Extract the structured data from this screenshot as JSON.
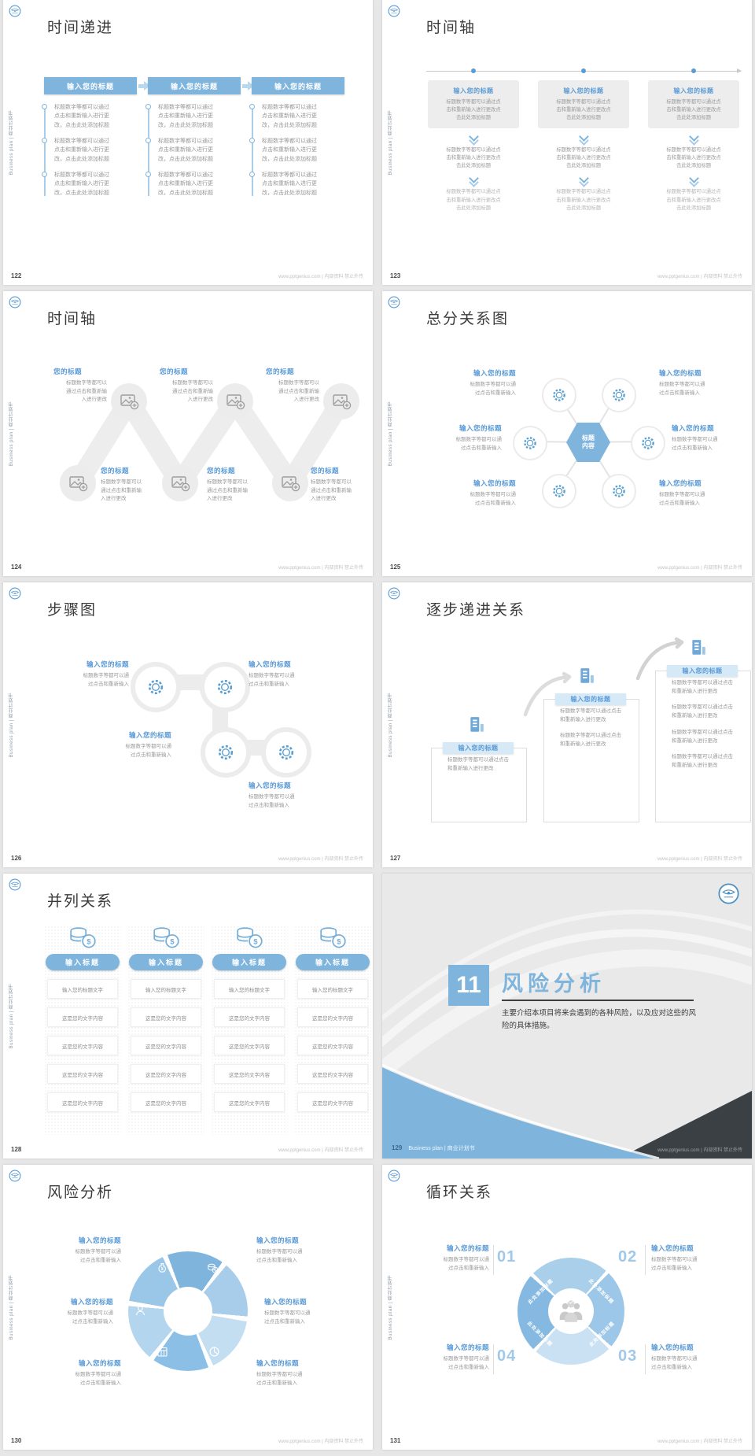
{
  "common": {
    "sidebar": "Business plan | 商业计划书",
    "site_footer": "www.pptgenius.com | 内部资料 禁止外传",
    "enter_title": "输入您的标题",
    "your_title": "您的标题",
    "pill_title": "输入标题",
    "para_change_full": "标题数字等都可以通过点击和重新输入进行更改，点击此处添加标题",
    "para_change_nc": "标题数字等都可以通过点击和重新输入进行更改点击此处添加标题",
    "para_change": "标题数字等都可以通过点击和重新输入进行更改",
    "para_input": "标题数字等都可以通过点击和重新输入"
  },
  "colors": {
    "accent": "#7FB5DD",
    "accent_text": "#5B9BD5",
    "body_text": "#9A9A9A",
    "dark_corner": "#3B4045"
  },
  "icons": {
    "logo": "circular-emblem",
    "gear": "gear",
    "image_placeholder": "picture-with-plus-badge",
    "building": "building-bar-chart",
    "coins": "coin-stack-with-dollar",
    "money_bag": "money-bag-yen",
    "person": "person",
    "calendar": "calendar-grid",
    "pie": "pie-chart",
    "people": "team-group"
  },
  "slides": [
    {
      "page": "122",
      "title": "时间递进"
    },
    {
      "page": "123",
      "title": "时间轴"
    },
    {
      "page": "124",
      "title": "时间轴"
    },
    {
      "page": "125",
      "title": "总分关系图",
      "center": "标题内容"
    },
    {
      "page": "126",
      "title": "步骤图"
    },
    {
      "page": "127",
      "title": "逐步递进关系"
    },
    {
      "page": "128",
      "title": "并列关系",
      "row_head": "输入您的标题文字",
      "row_body": "这是您的文字内容"
    },
    {
      "page": "129",
      "number": "11",
      "title": "风险分析",
      "desc": "主要介绍本项目将来会遇到的各种风险，以及应对这些的风险的具体措施。",
      "brand": "Business plan | 商业计划书"
    },
    {
      "page": "130",
      "title": "风险分析"
    },
    {
      "page": "131",
      "title": "循环关系",
      "ring_label": "此处添加标题",
      "n1": "01",
      "n2": "02",
      "n3": "03",
      "n4": "04"
    }
  ]
}
